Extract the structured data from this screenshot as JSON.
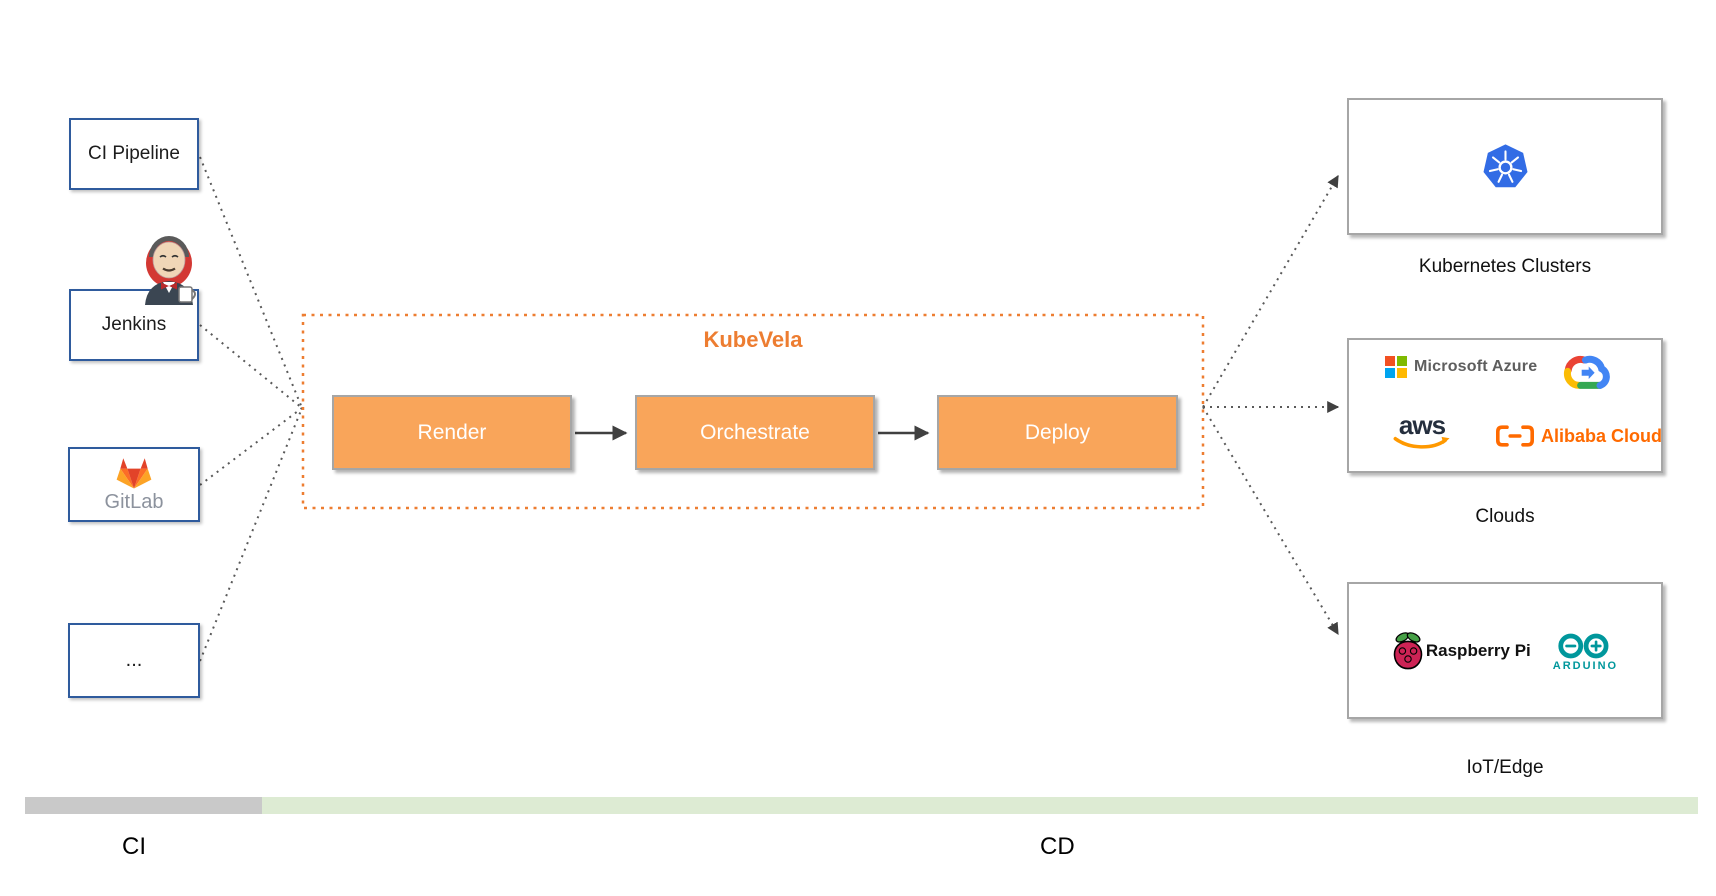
{
  "diagram": {
    "sources": [
      {
        "label": "CI Pipeline"
      },
      {
        "label": "Jenkins"
      },
      {
        "label": "GitLab"
      },
      {
        "label": "..."
      }
    ],
    "kubevela": {
      "title": "KubeVela",
      "stages": [
        {
          "label": "Render"
        },
        {
          "label": "Orchestrate"
        },
        {
          "label": "Deploy"
        }
      ]
    },
    "targets": [
      {
        "label": "Kubernetes Clusters"
      },
      {
        "label": "Clouds"
      },
      {
        "label": "IoT/Edge"
      }
    ],
    "cloud_logos": {
      "azure": "Microsoft Azure",
      "aws": "aws",
      "alibaba": "Alibaba Cloud"
    },
    "iot_logos": {
      "raspberry_pi": "Raspberry Pi",
      "arduino": "ARDUINO"
    },
    "footer": {
      "ci": "CI",
      "cd": "CD"
    },
    "colors": {
      "accent_orange": "#ED7D31",
      "stage_fill": "#F9A55A",
      "source_border_blue": "#2F5B9D",
      "target_border_gray": "#A6A6A6",
      "connector_gray": "#595959",
      "ci_bar_gray": "#C9C9C9",
      "cd_bar_green": "#DDEBD3",
      "kubernetes_blue": "#326CE5",
      "gitlab_orange": "#FC6D26",
      "arduino_teal": "#00979C",
      "alibaba_orange": "#FF6A00",
      "aws_smile_orange": "#FF9900"
    }
  }
}
